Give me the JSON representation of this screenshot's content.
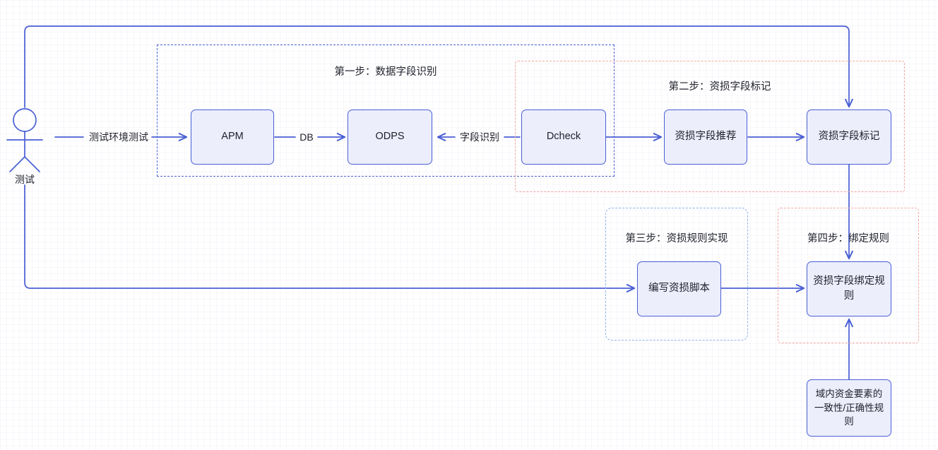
{
  "diagram": {
    "title_visible": false,
    "colors": {
      "node_fill": "#eceefc",
      "node_stroke": "#4a5fd4",
      "edge": "#4a5fd4",
      "group_blue_strong": "#4a5fd4",
      "group_blue_light": "#8fb2e8",
      "group_pink": "#f4a9a0",
      "text": "#20222b",
      "background": "#ffffff"
    },
    "actor": {
      "name": "测试"
    },
    "groups": [
      {
        "id": "step1",
        "title": "第一步：数据字段识别",
        "style": "blue-strong"
      },
      {
        "id": "step2",
        "title": "第二步：资损字段标记",
        "style": "pink"
      },
      {
        "id": "step3",
        "title": "第三步：资损规则实现",
        "style": "blue-light"
      },
      {
        "id": "step4",
        "title": "第四步：绑定规则",
        "style": "pink"
      }
    ],
    "nodes": [
      {
        "id": "apm",
        "label": "APM"
      },
      {
        "id": "odps",
        "label": "ODPS"
      },
      {
        "id": "dcheck",
        "label": "Dcheck"
      },
      {
        "id": "recommend",
        "label": "资损字段推荐"
      },
      {
        "id": "mark",
        "label": "资损字段标记"
      },
      {
        "id": "script",
        "label": "编写资损脚本"
      },
      {
        "id": "bind",
        "label": "资损字段绑定规则"
      },
      {
        "id": "rule",
        "label": "域内资金要素的一致性/正确性规则"
      }
    ],
    "edge_labels": [
      {
        "id": "env-test",
        "label": "测试环境测试"
      },
      {
        "id": "db",
        "label": "DB"
      },
      {
        "id": "field-recog",
        "label": "字段识别"
      }
    ]
  }
}
